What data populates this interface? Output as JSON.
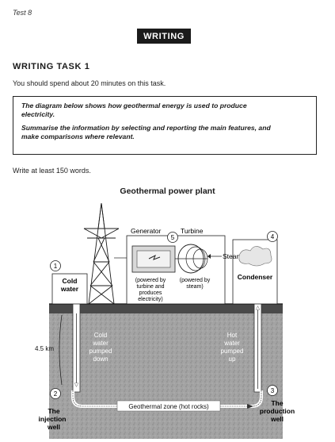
{
  "header": {
    "test_label": "Test 8",
    "section_banner": "WRITING"
  },
  "task": {
    "heading": "WRITING TASK 1",
    "time_instruction": "You should spend about 20 minutes on this task.",
    "prompt_line1": "The diagram below shows how geothermal energy is used to produce",
    "prompt_line2": "electricity.",
    "summarise_line1": "Summarise the information by selecting and reporting the main features, and",
    "summarise_line2": "make comparisons where relevant.",
    "word_count_instruction": "Write at least 150 words."
  },
  "diagram": {
    "title": "Geothermal power plant",
    "step_numbers": [
      "1",
      "2",
      "3",
      "4",
      "5"
    ],
    "cold_water_line1": "Cold",
    "cold_water_line2": "water",
    "generator_label": "Generator",
    "turbine_label": "Turbine",
    "steam_label": "Steam",
    "condenser_label": "Condenser",
    "generator_note": [
      "(powered by",
      "turbine and",
      "produces",
      "electricity)"
    ],
    "turbine_note": [
      "(powered by",
      "steam)"
    ],
    "cold_pumped": [
      "Cold",
      "water",
      "pumped",
      "down"
    ],
    "hot_pumped": [
      "Hot",
      "water",
      "pumped",
      "up"
    ],
    "depth_label": "4.5 km",
    "zone_label": "Geothermal zone (hot rocks)",
    "injection_well": [
      "The",
      "injection",
      "well"
    ],
    "production_well": [
      "The",
      "production",
      "well"
    ],
    "colors": {
      "ground": "#9a9a9a",
      "dark_ground": "#4a4a4a",
      "box_fill": "#ffffff",
      "ink": "#1a1a1a"
    }
  }
}
